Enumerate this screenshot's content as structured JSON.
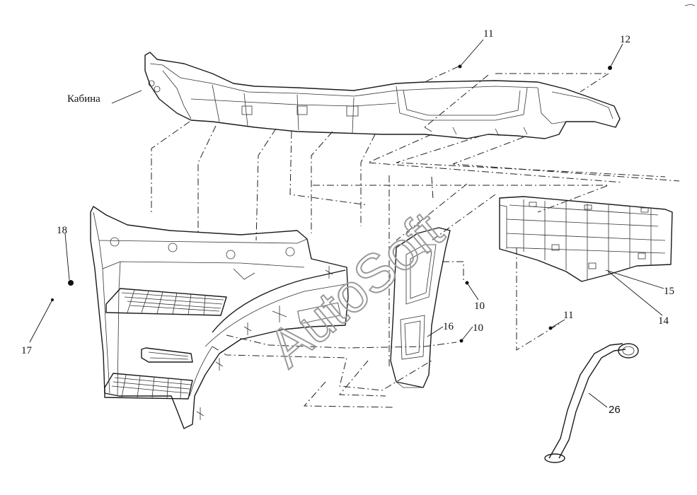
{
  "diagram": {
    "cab_label": "Кабина",
    "watermark": "AutoSoft",
    "callouts": [
      {
        "id": "c11a",
        "text": "11"
      },
      {
        "id": "c12",
        "text": "12"
      },
      {
        "id": "c18",
        "text": "18"
      },
      {
        "id": "c17",
        "text": "17"
      },
      {
        "id": "c10a",
        "text": "10"
      },
      {
        "id": "c10b",
        "text": "10"
      },
      {
        "id": "c16",
        "text": "16"
      },
      {
        "id": "c15",
        "text": "15"
      },
      {
        "id": "c14",
        "text": "14"
      },
      {
        "id": "c11b",
        "text": "11"
      },
      {
        "id": "c26",
        "text": "26"
      }
    ]
  }
}
